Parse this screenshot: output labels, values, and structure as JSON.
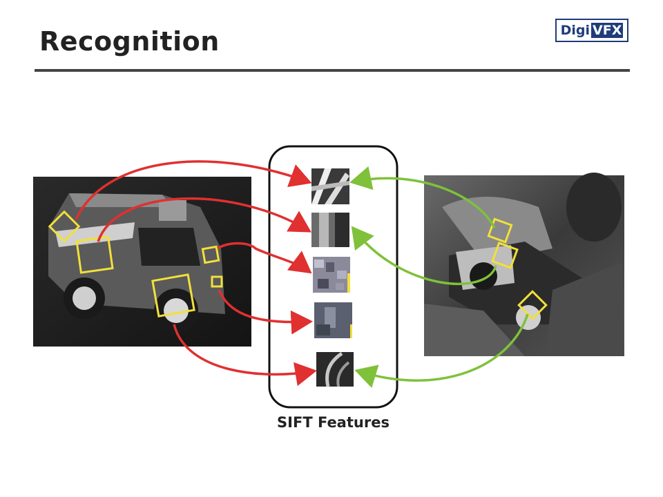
{
  "slide": {
    "title": "Recognition",
    "caption": "SIFT Features"
  },
  "logo": {
    "part1": "Digi",
    "part2": "VFX"
  },
  "colors": {
    "left_arrows": "#e03030",
    "right_arrows": "#7fc13a",
    "keypoint_boxes": "#f2e03a",
    "frame": "#111111"
  },
  "features": {
    "count": 5
  }
}
